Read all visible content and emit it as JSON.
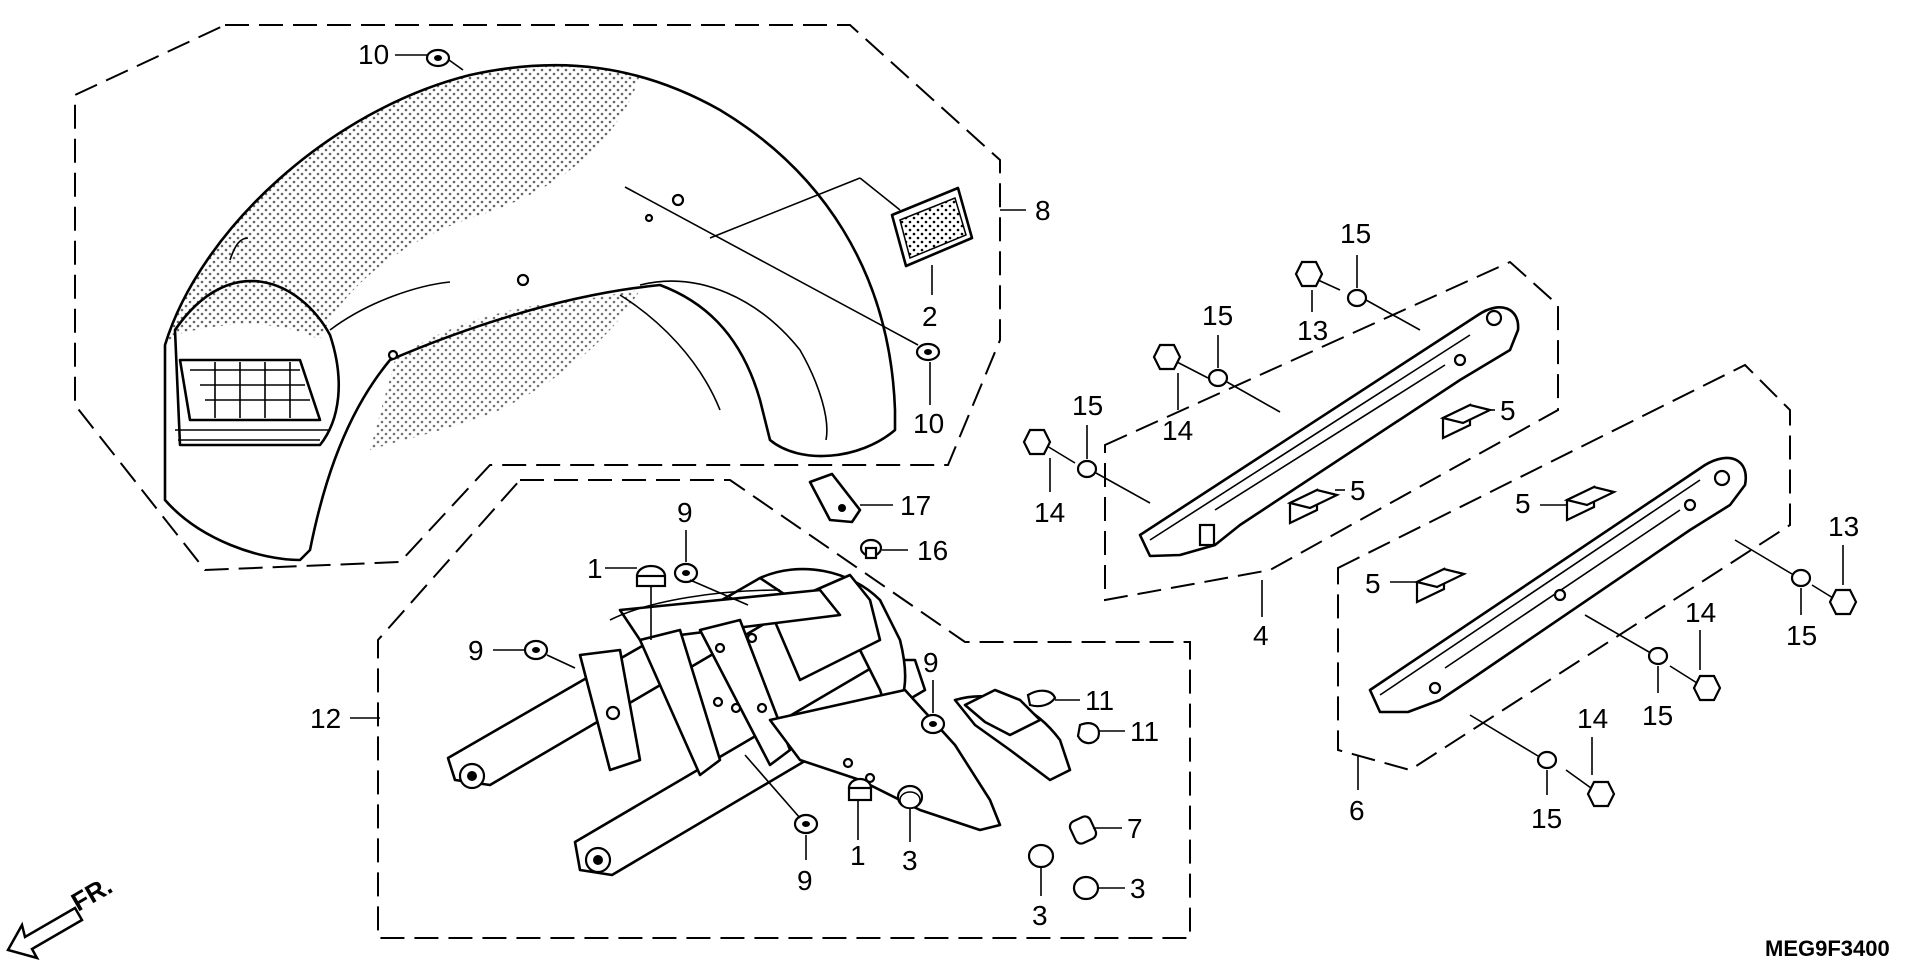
{
  "callouts": {
    "c10a": "10",
    "c10b": "10",
    "c8": "8",
    "c2": "2",
    "c17": "17",
    "c16": "16",
    "c1a": "1",
    "c1b": "1",
    "c9a": "9",
    "c9b": "9",
    "c9c": "9",
    "c9d": "9",
    "c12": "12",
    "c11a": "11",
    "c11b": "11",
    "c7": "7",
    "c3a": "3",
    "c3b": "3",
    "c3c": "3",
    "c15a": "15",
    "c15b": "15",
    "c15c": "15",
    "c13a": "13",
    "c14a": "14",
    "c14b": "14",
    "c5a": "5",
    "c5b": "5",
    "c4": "4",
    "c5c": "5",
    "c5d": "5",
    "c13b": "13",
    "c15d": "15",
    "c14c": "14",
    "c15e": "15",
    "c14d": "14",
    "c15f": "15",
    "c6": "6"
  },
  "direction_label": "FR.",
  "diagram_code": "MEG9F3400"
}
